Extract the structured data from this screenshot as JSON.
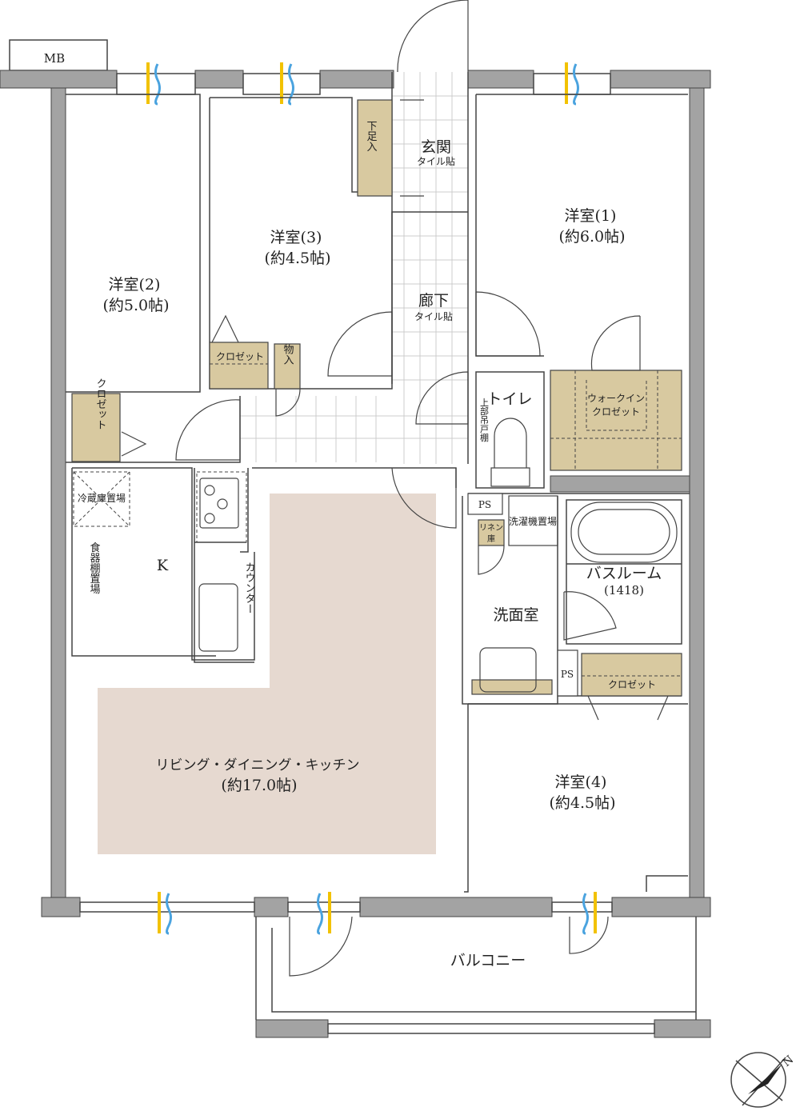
{
  "colors": {
    "wall": "#a3a3a3",
    "closet": "#d8c9a0",
    "ldk_floor": "#e6d9d0",
    "vent_yellow": "#f2c200",
    "vent_blue": "#4aa3df"
  },
  "labels": {
    "mb": "MB",
    "entrance": "玄関",
    "entrance_sub": "タイル貼",
    "shoe": "下足入",
    "hall": "廊下",
    "hall_sub": "タイル貼",
    "room1": "洋室(1)",
    "room1_size": "(約6.0帖)",
    "room2": "洋室(2)",
    "room2_size": "(約5.0帖)",
    "room3": "洋室(3)",
    "room3_size": "(約4.5帖)",
    "room4": "洋室(4)",
    "room4_size": "(約4.5帖)",
    "closet": "クロゼット",
    "closet_v": "クロゼット",
    "closet_wash": "クロゼット",
    "storage": "物入",
    "toilet": "トイレ",
    "toilet_shelf": "上部吊戸棚",
    "wic1": "ウォークイン",
    "wic2": "クロゼット",
    "ps1": "PS",
    "ps2": "PS",
    "linen1": "リネン",
    "linen2": "庫",
    "laundry": "洗濯機置場",
    "bath": "バスルーム",
    "bath_size": "(1418)",
    "wash": "洗面室",
    "fridge": "冷蔵庫置場",
    "k": "K",
    "cupboard": "食器棚置場",
    "counter": "カウンター",
    "ldk": "リビング・ダイニング・キッチン",
    "ldk_size": "(約17.0帖)",
    "balcony": "バルコニー",
    "north": "N"
  }
}
